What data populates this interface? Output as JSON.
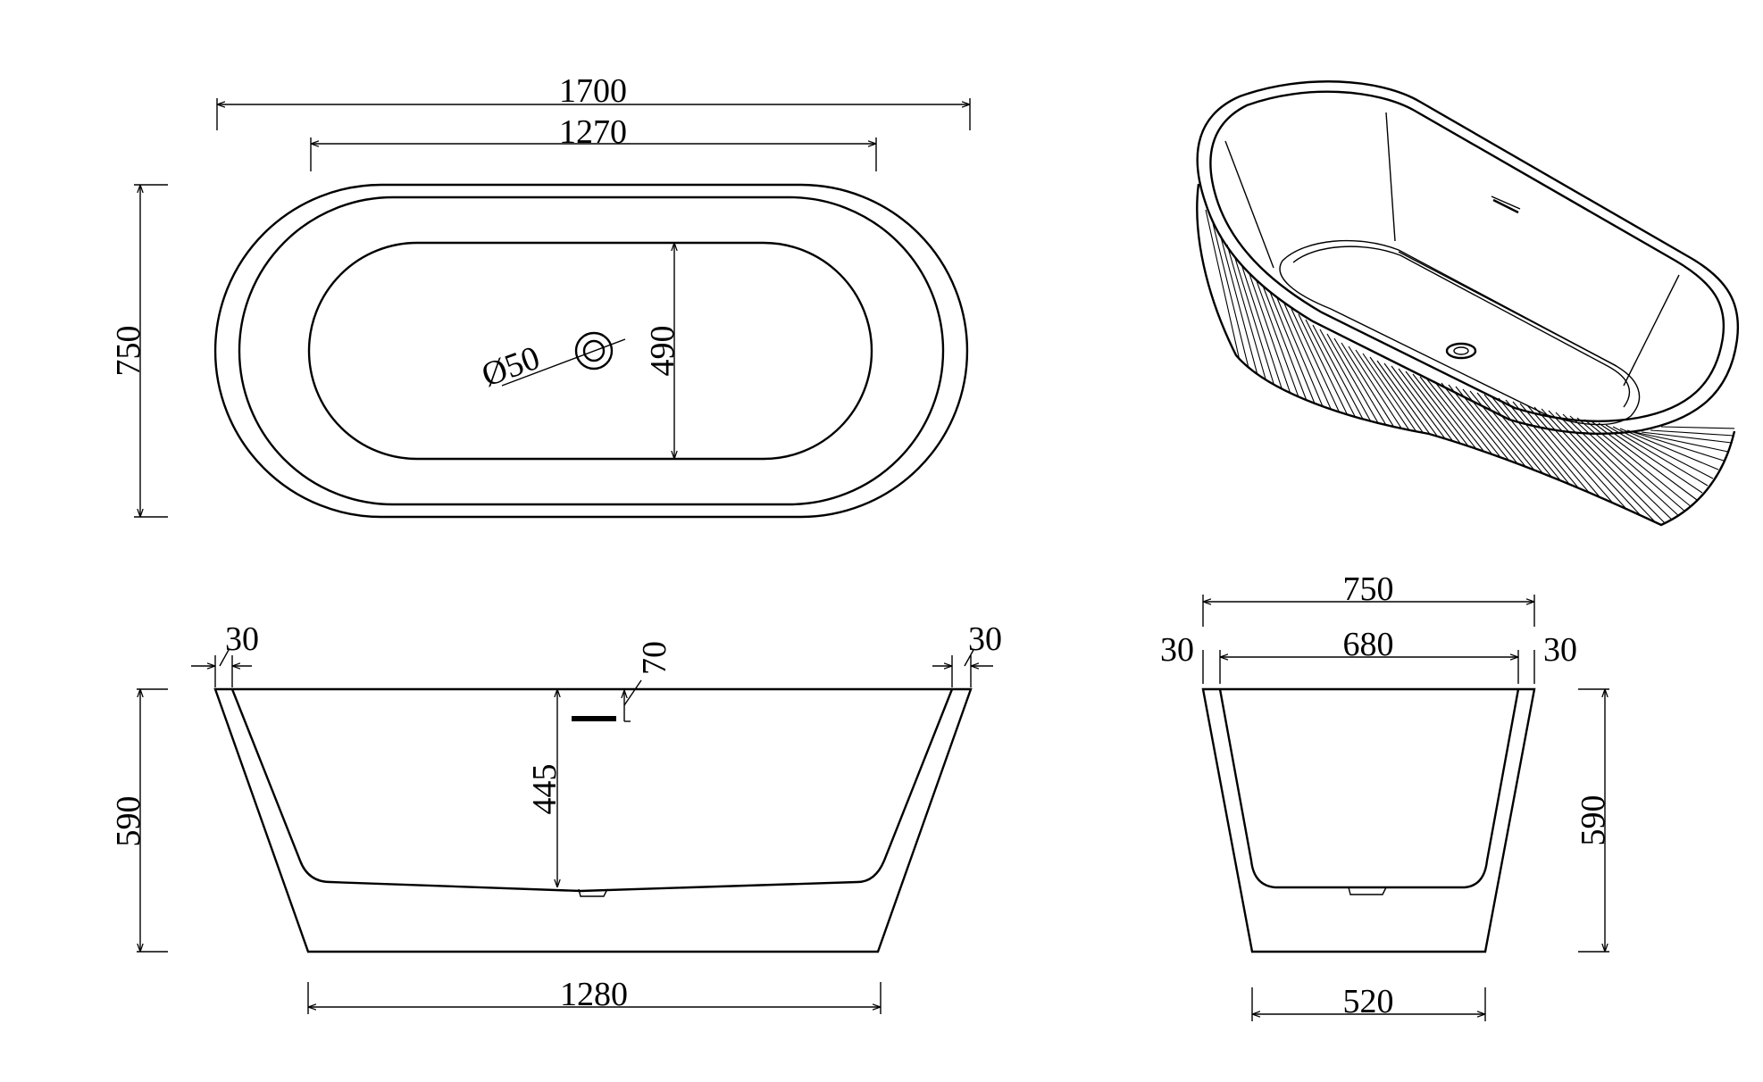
{
  "top_view": {
    "overall_length": "1700",
    "inner_length": "1270",
    "overall_width": "750",
    "inner_width": "490",
    "drain_diameter": "Ø50"
  },
  "side_view": {
    "rim_left": "30",
    "rim_right": "30",
    "overflow_offset": "70",
    "inner_depth": "445",
    "overall_height": "590",
    "base_length": "1280"
  },
  "end_view": {
    "overall_width": "750",
    "rim_left": "30",
    "inner_width": "680",
    "rim_right": "30",
    "overall_height": "590",
    "base_width": "520"
  }
}
